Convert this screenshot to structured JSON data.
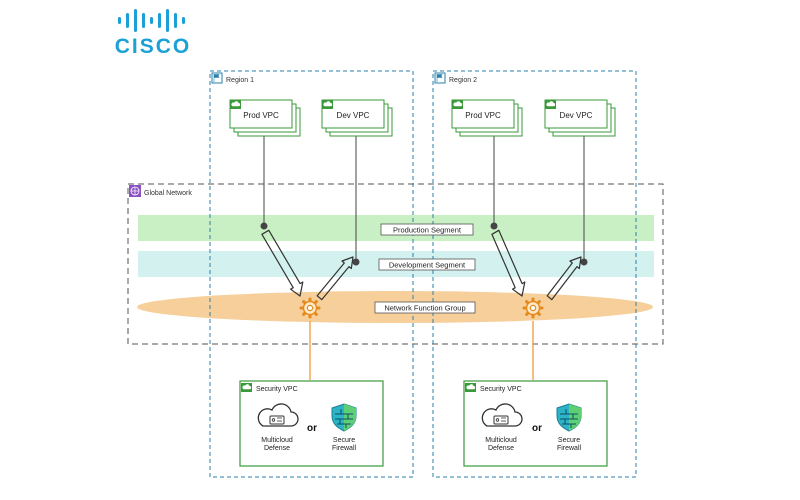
{
  "brand": {
    "name": "CISCO",
    "color": "#1ba0d7"
  },
  "regions": [
    {
      "label": "Region 1"
    },
    {
      "label": "Region 2"
    }
  ],
  "vpcs": {
    "prod": "Prod VPC",
    "dev": "Dev VPC"
  },
  "global_network": {
    "label": "Global Network"
  },
  "segments": {
    "production": "Production Segment",
    "development": "Development Segment",
    "nfg": "Network Function Group"
  },
  "security": {
    "label": "Security VPC",
    "or_text": "or",
    "defense_line1": "Multicloud",
    "defense_line2": "Defense",
    "firewall_line1": "Secure",
    "firewall_line2": "Firewall"
  },
  "colors": {
    "region_border": "#2a7fa8",
    "global_border": "#555555",
    "vpc_border": "#3a9a3a",
    "production_band": "#c9f0c4",
    "development_band": "#d3f1ef",
    "nfg_band": "#f6cf9b",
    "connector": "#f0a850",
    "gear": "#e48a1c",
    "global_icon": "#8b52c4"
  }
}
